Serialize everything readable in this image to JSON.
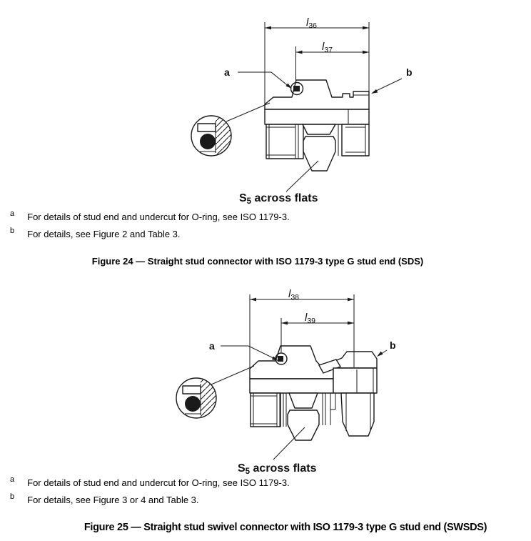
{
  "document": {
    "background": "#ffffff",
    "ink": "#1a1a1a"
  },
  "figure_24": {
    "dim_outer": {
      "base": "l",
      "sub": "36"
    },
    "dim_inner": {
      "base": "l",
      "sub": "37"
    },
    "callout_a": "a",
    "callout_b": "b",
    "across_flats": {
      "base": "S",
      "sub": "5",
      "label": " across flats"
    },
    "footnote_a": {
      "marker": "a",
      "text": "For details of stud end and undercut for O-ring, see ISO 1179-3."
    },
    "footnote_b": {
      "marker": "b",
      "text": "For details, see Figure 2 and Table 3."
    },
    "caption": "Figure 24 — Straight stud connector with ISO 1179-3 type G stud end (SDS)"
  },
  "figure_25": {
    "dim_outer": {
      "base": "l",
      "sub": "38"
    },
    "dim_inner": {
      "base": "l",
      "sub": "39"
    },
    "callout_a": "a",
    "callout_b": "b",
    "across_flats": {
      "base": "S",
      "sub": "5",
      "label": " across flats"
    },
    "footnote_a": {
      "marker": "a",
      "text": "For details of stud end and undercut for O-ring, see ISO 1179-3."
    },
    "footnote_b": {
      "marker": "b",
      "text": "For details, see Figure 3 or 4 and Table 3."
    },
    "caption": "Figure 25 — Straight stud swivel connector with ISO 1179-3 type G stud end (SWSDS)"
  }
}
